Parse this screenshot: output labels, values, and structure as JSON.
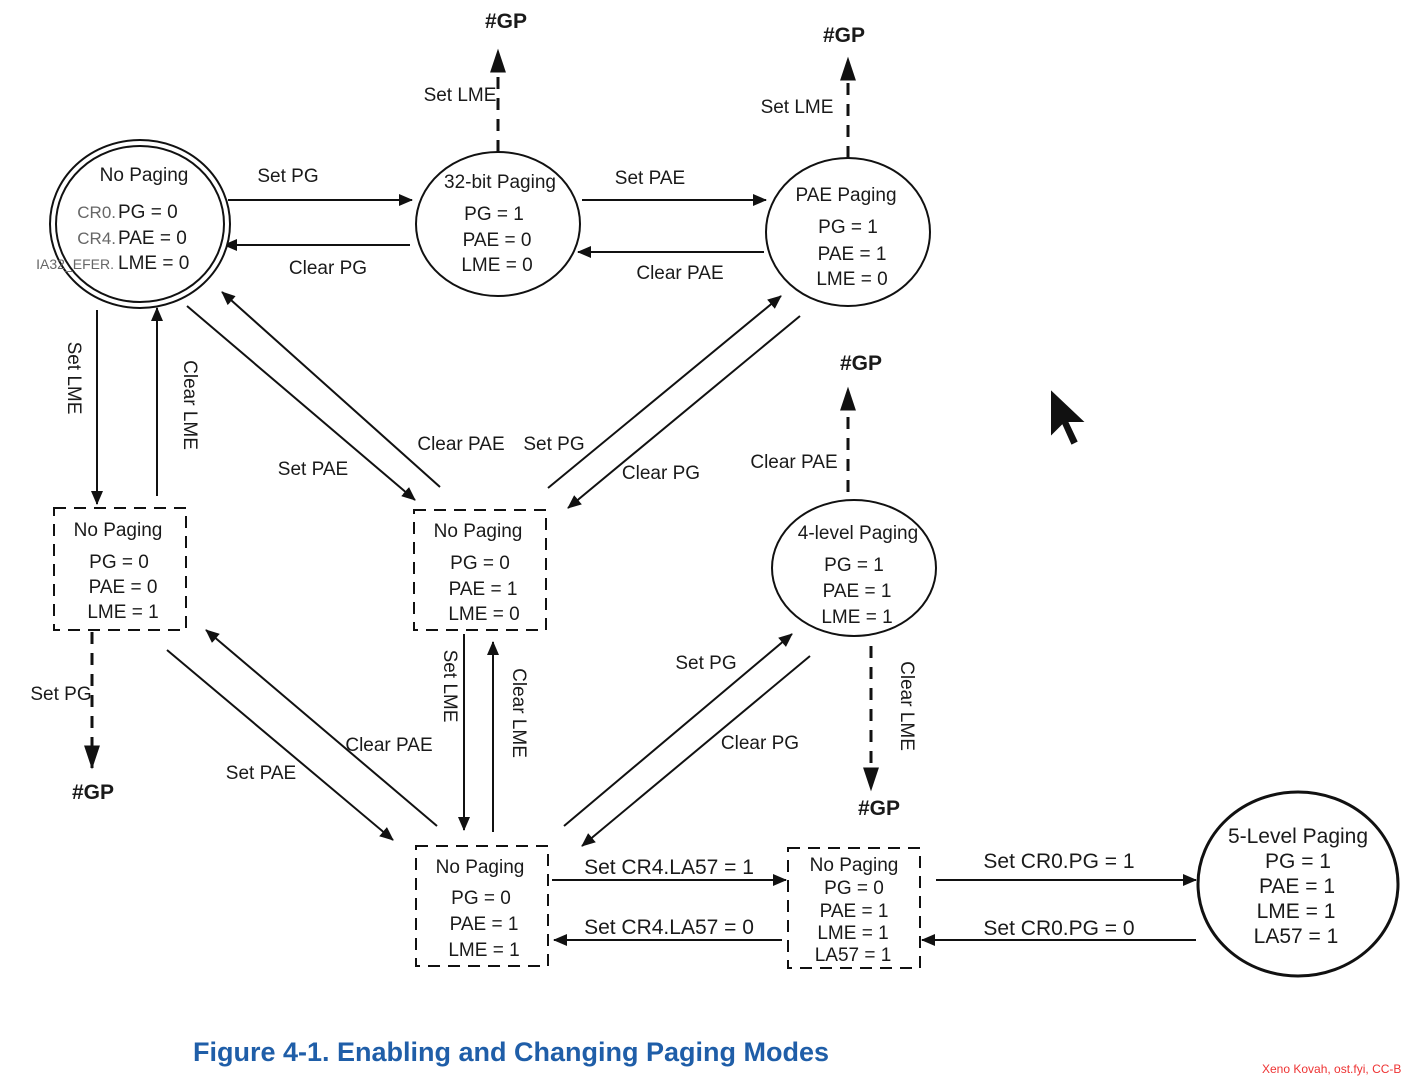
{
  "nodes": {
    "no_paging_init": {
      "title": "No Paging",
      "lines": [
        "PG = 0",
        "PAE = 0",
        "LME = 0"
      ],
      "regs": [
        "CR0.",
        "CR4.",
        "IA32_EFER."
      ]
    },
    "paging_32": {
      "title": "32-bit Paging",
      "lines": [
        "PG = 1",
        "PAE = 0",
        "LME = 0"
      ]
    },
    "paging_pae": {
      "title": "PAE Paging",
      "lines": [
        "PG = 1",
        "PAE = 1",
        "LME = 0"
      ]
    },
    "no_paging_lme": {
      "title": "No Paging",
      "lines": [
        "PG = 0",
        "PAE = 0",
        "LME = 1"
      ]
    },
    "no_paging_pae": {
      "title": "No Paging",
      "lines": [
        "PG = 0",
        "PAE = 1",
        "LME = 0"
      ]
    },
    "paging_4level": {
      "title": "4-level Paging",
      "lines": [
        "PG = 1",
        "PAE = 1",
        "LME = 1"
      ]
    },
    "no_paging_pae_lme": {
      "title": "No Paging",
      "lines": [
        "PG = 0",
        "PAE = 1",
        "LME = 1"
      ]
    },
    "no_paging_la57": {
      "title": "No Paging",
      "lines": [
        "PG = 0",
        "PAE = 1",
        "LME = 1",
        "LA57 = 1"
      ]
    },
    "paging_5level": {
      "title": "5-Level Paging",
      "lines": [
        "PG = 1",
        "PAE = 1",
        "LME = 1",
        "LA57 = 1"
      ]
    }
  },
  "edges": {
    "set_pg_1": "Set PG",
    "clear_pg_1": "Clear PG",
    "set_pae_1": "Set PAE",
    "clear_pae_1": "Clear PAE",
    "set_lme_1": "Set LME",
    "set_lme_2": "Set LME",
    "set_lme_3": "Set LME",
    "clear_lme_1": "Clear LME",
    "set_pae_2": "Set PAE",
    "clear_pae_2": "Clear PAE",
    "set_pg_2": "Set PG",
    "clear_pg_2": "Clear PG",
    "clear_pae_3": "Clear PAE",
    "set_pg_3": "Set PG",
    "set_pae_3": "Set PAE",
    "clear_pae_4": "Clear PAE",
    "set_lme_4": "Set LME",
    "clear_lme_2": "Clear LME",
    "set_pg_4": "Set PG",
    "clear_pg_3": "Clear PG",
    "clear_lme_3": "Clear LME",
    "set_la57_1": "Set CR4.LA57 = 1",
    "set_la57_0": "Set CR4.LA57 = 0",
    "set_cr0pg_1": "Set CR0.PG = 1",
    "set_cr0pg_0": "Set CR0.PG = 0"
  },
  "gp": [
    "#GP",
    "#GP",
    "#GP",
    "#GP",
    "#GP"
  ],
  "caption": "Figure 4-1.  Enabling and Changing Paging Modes",
  "credit": "Xeno Kovah, ost.fyi, CC-B"
}
